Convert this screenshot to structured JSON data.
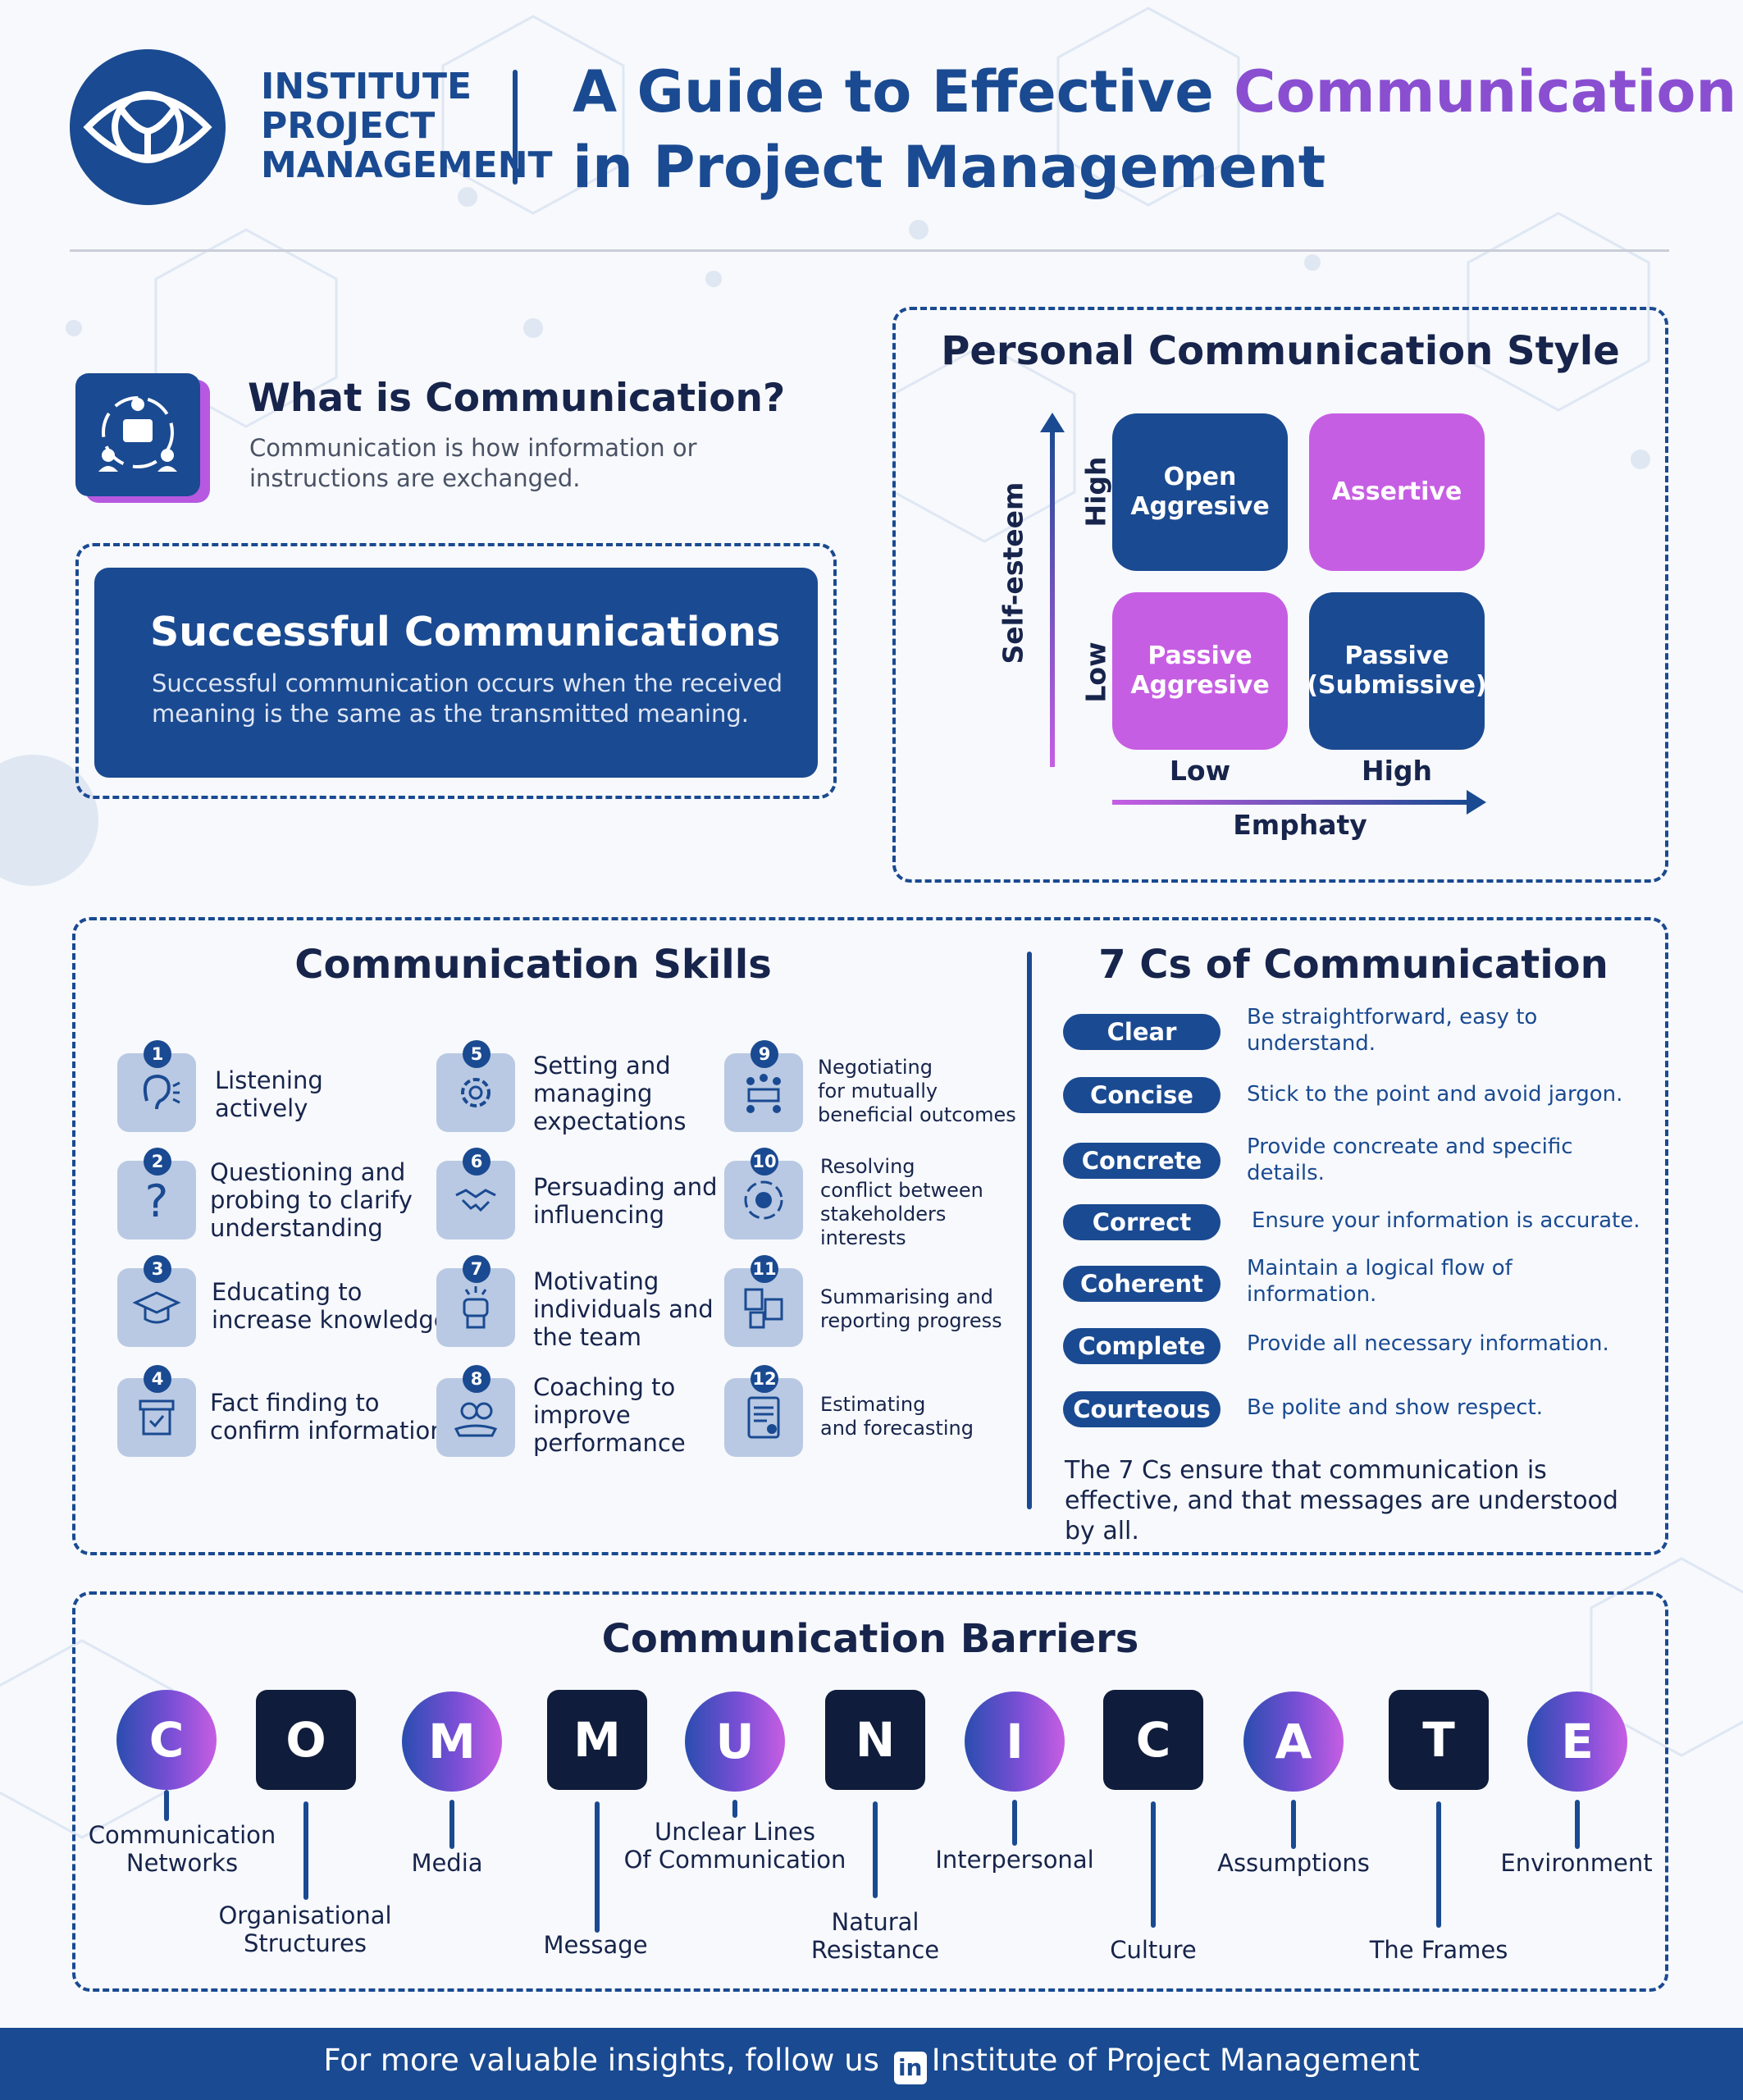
{
  "header": {
    "logo_lines": [
      "INSTITUTE",
      "PROJECT",
      "MANAGEMENT"
    ],
    "title_part1": "A Guide to Effective",
    "title_accent": "Communication",
    "title_line2": "in Project Management"
  },
  "what_is": {
    "title": "What is Communication?",
    "text": "Communication is how information or instructions are exchanged."
  },
  "successful": {
    "title": "Successful Communications",
    "text": "Successful communication occurs when the received meaning is the same as the transmitted meaning."
  },
  "personal_style": {
    "title": "Personal Communication Style",
    "y_axis": "Self-esteem",
    "x_axis": "Emphaty",
    "y_high": "High",
    "y_low": "Low",
    "x_low": "Low",
    "x_high": "High",
    "quadrants": {
      "top_left": "Open\nAggresive",
      "top_right": "Assertive",
      "bottom_left": "Passive\nAggresive",
      "bottom_right": "Passive\n(Submissive)"
    }
  },
  "skills": {
    "title": "Communication Skills",
    "items": [
      {
        "num": "1",
        "label": "Listening\nactively",
        "icon": "ear-icon"
      },
      {
        "num": "2",
        "label": "Questioning and\nprobing to clarify\nunderstanding",
        "icon": "question-icon"
      },
      {
        "num": "3",
        "label": "Educating to\nincrease knowledge",
        "icon": "graduation-cap-icon"
      },
      {
        "num": "4",
        "label": "Fact finding to\nconfirm information",
        "icon": "checkbox-icon"
      },
      {
        "num": "5",
        "label": "Setting and\nmanaging\nexpectations",
        "icon": "gear-icon"
      },
      {
        "num": "6",
        "label": "Persuading and\ninfluencing",
        "icon": "handshake-icon"
      },
      {
        "num": "7",
        "label": "Motivating\nindividuals and\nthe team",
        "icon": "fist-icon"
      },
      {
        "num": "8",
        "label": "Coaching to\nimprove\nperformance",
        "icon": "coaching-hand-icon"
      },
      {
        "num": "9",
        "label": "Negotiating\nfor mutually\nbeneficial outcomes",
        "icon": "meeting-table-icon"
      },
      {
        "num": "10",
        "label": "Resolving\nconflict between\nstakeholders\ninterests",
        "icon": "conflict-cycle-icon"
      },
      {
        "num": "11",
        "label": "Summarising and\nreporting progress",
        "icon": "report-icon"
      },
      {
        "num": "12",
        "label": "Estimating\nand forecasting",
        "icon": "forecast-document-icon"
      }
    ]
  },
  "seven_cs": {
    "title": "7 Cs of Communication",
    "items": [
      {
        "name": "Clear",
        "desc": "Be straightforward, easy to\nunderstand."
      },
      {
        "name": "Concise",
        "desc": "Stick to the point and avoid jargon."
      },
      {
        "name": "Concrete",
        "desc": "Provide concreate and specific\ndetails."
      },
      {
        "name": "Correct",
        "desc": "Ensure your information is accurate."
      },
      {
        "name": "Coherent",
        "desc": "Maintain a logical flow of\ninformation."
      },
      {
        "name": "Complete",
        "desc": "Provide all necessary information."
      },
      {
        "name": "Courteous",
        "desc": "Be polite and show respect."
      }
    ],
    "footer": "The 7 Cs ensure that communication is effective, and that messages are understood by all."
  },
  "barriers": {
    "title": "Communication Barriers",
    "items": [
      {
        "letter": "C",
        "label": "Communication\nNetworks"
      },
      {
        "letter": "O",
        "label": "Organisational\nStructures"
      },
      {
        "letter": "M",
        "label": "Media"
      },
      {
        "letter": "M",
        "label": "Message"
      },
      {
        "letter": "U",
        "label": "Unclear Lines\nOf Communication"
      },
      {
        "letter": "N",
        "label": "Natural\nResistance"
      },
      {
        "letter": "I",
        "label": "Interpersonal"
      },
      {
        "letter": "C",
        "label": "Culture"
      },
      {
        "letter": "A",
        "label": "Assumptions"
      },
      {
        "letter": "T",
        "label": "The Frames"
      },
      {
        "letter": "E",
        "label": "Environment"
      }
    ]
  },
  "footer": {
    "text_before": "For more valuable insights, follow us",
    "linkedin_icon": "in",
    "text_after": "Institute of Project Management"
  }
}
